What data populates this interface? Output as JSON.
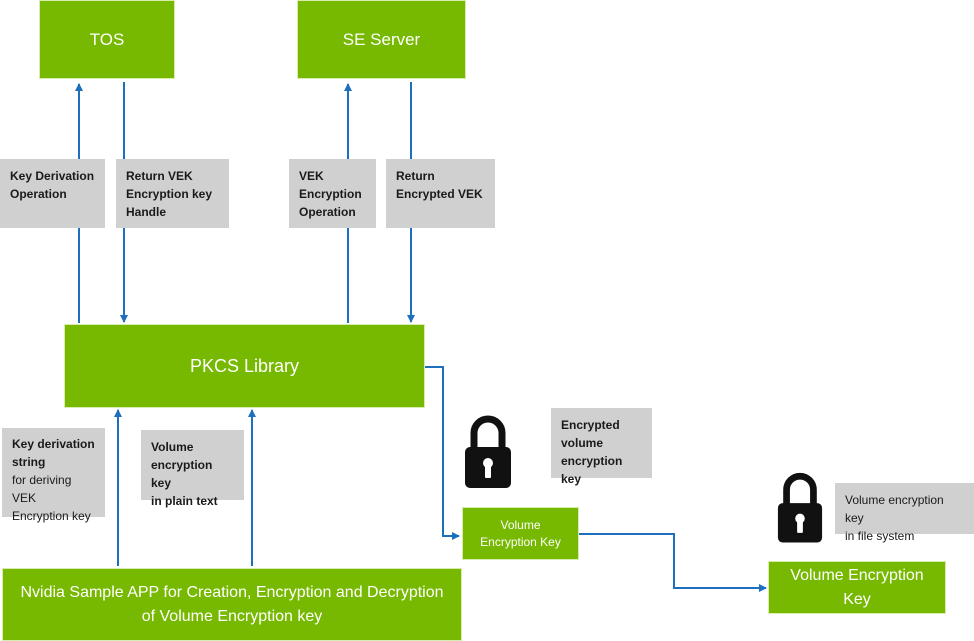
{
  "nodes": {
    "tos": "TOS",
    "se_server": "SE Server",
    "pkcs": "PKCS Library",
    "app_line1": "Nvidia Sample APP for Creation, Encryption and Decryption",
    "app_line2": "of Volume Encryption key",
    "vek_small_line1": "Volume",
    "vek_small_line2": "Encryption Key",
    "vek_large_line1": "Volume Encryption",
    "vek_large_line2": "Key"
  },
  "notes": {
    "key_derivation_op": [
      "Key Derivation",
      "Operation"
    ],
    "return_vek_handle": [
      "Return VEK",
      "Encryption key",
      "Handle"
    ],
    "vek_encryption_op": [
      "VEK",
      "Encryption",
      "Operation"
    ],
    "return_encrypted_vek": [
      "Return",
      "Encrypted VEK"
    ],
    "key_derivation_string_bold": [
      "Key derivation",
      "string"
    ],
    "key_derivation_string_rest": [
      "for deriving VEK",
      "Encryption key"
    ],
    "plain_text": [
      "Volume",
      "encryption key",
      "in plain text"
    ],
    "encrypted_vek": [
      "Encrypted",
      "volume",
      "encryption key"
    ],
    "in_file_system": [
      "Volume encryption key",
      "in file system"
    ]
  },
  "colors": {
    "green": "#76b900",
    "note_gray": "#d0d0d0",
    "arrow_blue": "#1f6fbf",
    "lock_black": "#111111"
  }
}
